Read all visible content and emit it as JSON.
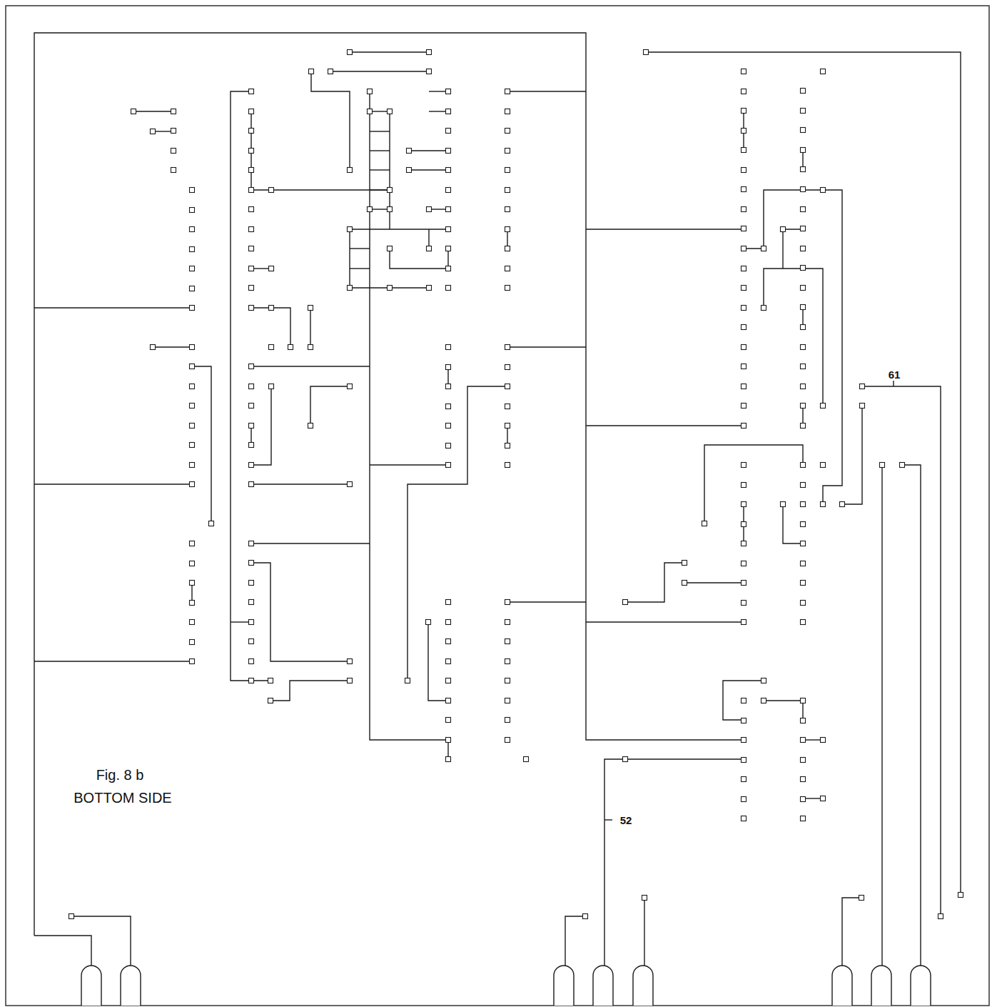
{
  "diagram": {
    "caption": "Fig. 8 b",
    "labels": [
      "BOTTOM SIDE",
      "61",
      "52"
    ]
  }
}
